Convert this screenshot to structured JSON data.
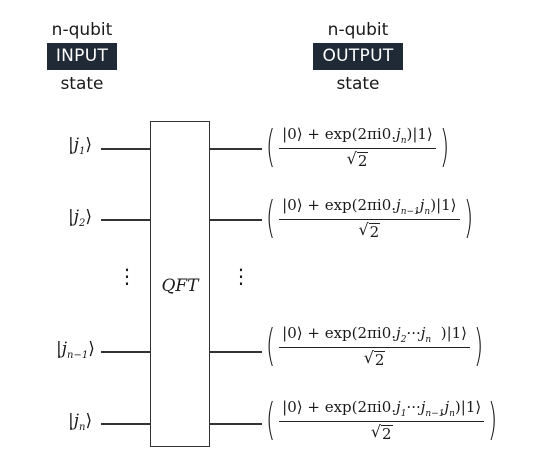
{
  "header_input": {
    "top": "n-qubit",
    "box": "INPUT",
    "bottom": "state"
  },
  "header_output": {
    "top": "n-qubit",
    "box": "OUTPUT",
    "bottom": "state"
  },
  "inputs": [
    {
      "sym": "j",
      "sub": "1"
    },
    {
      "sym": "j",
      "sub": "2"
    },
    {
      "sym": "j",
      "sub": "n−1"
    },
    {
      "sym": "j",
      "sub": "n"
    }
  ],
  "gate_label": "QFT",
  "outputs": [
    {
      "num_pre": "|0⟩ + exp(2πi0.",
      "num_j": "j",
      "num_sub": "n",
      "num_post": ")|1⟩",
      "den": "2"
    },
    {
      "num_pre": "|0⟩ + exp(2πi0.",
      "num_j": "j",
      "num_sub": "n−1",
      "num_mid": "j",
      "num_sub2": "n",
      "num_post": ")|1⟩",
      "den": "2"
    },
    {
      "num_pre": "|0⟩ + exp(2πi0.",
      "num_j": "j",
      "num_sub": "2",
      "num_dots": "···",
      "num_mid": "j",
      "num_sub2": "n",
      "num_post": "  )|1⟩",
      "den": "2"
    },
    {
      "num_pre": "|0⟩ + exp(2πi0.",
      "num_j": "j",
      "num_sub": "1",
      "num_dots": "···",
      "num_mid": "j",
      "num_sub2": "n−1",
      "num_mid2": "j",
      "num_sub3": "n",
      "num_post": ")|1⟩",
      "den": "2"
    }
  ],
  "ellipsis": "⋮"
}
